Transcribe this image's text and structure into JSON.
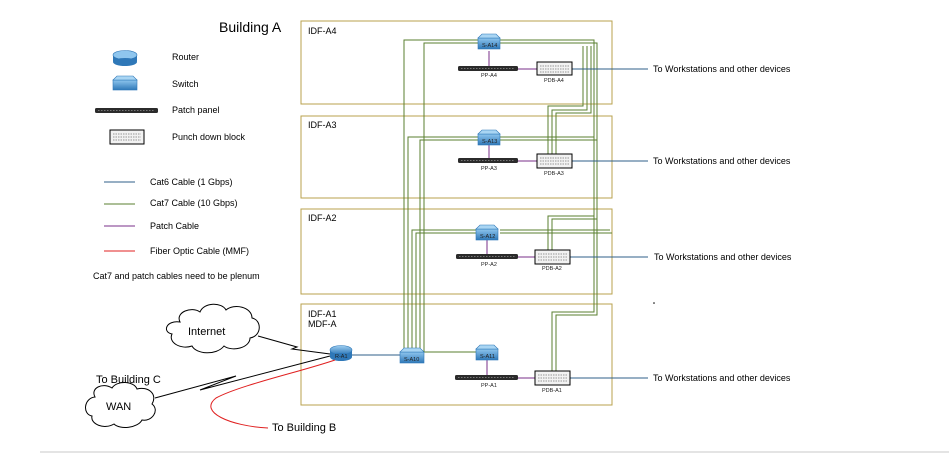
{
  "building_title": "Building A",
  "legend": {
    "router": "Router",
    "switch": "Switch",
    "patch_panel": "Patch panel",
    "punch_down_block": "Punch down block",
    "cat6": "Cat6 Cable (1 Gbps)",
    "cat7": "Cat7 Cable (10 Gbps)",
    "patch_cable": "Patch Cable",
    "fiber": "Fiber Optic Cable (MMF)",
    "note": "Cat7 and patch cables need to be plenum"
  },
  "floors": [
    {
      "name": "IDF-A4",
      "switch": "S-A14",
      "patch_panel": "PP-A4",
      "pdb": "PDB-A4",
      "workstations": "To Workstations and other devices"
    },
    {
      "name": "IDF-A3",
      "switch": "S-A13",
      "patch_panel": "PP-A3",
      "pdb": "PDB-A3",
      "workstations": "To Workstations and other devices"
    },
    {
      "name": "IDF-A2",
      "switch": "S-A12",
      "patch_panel": "PP-A2",
      "pdb": "PDB-A2",
      "workstations": "To Workstations and other devices"
    },
    {
      "name": "IDF-A1",
      "name2": "MDF-A",
      "switch": "S-A11",
      "patch_panel": "PP-A1",
      "pdb": "PDB-A1",
      "workstations": "To Workstations and other devices"
    }
  ],
  "core": {
    "router": "R-A1",
    "switch": "S-A10"
  },
  "external": {
    "internet": "Internet",
    "wan": "WAN",
    "to_building_c": "To Building C",
    "to_building_b": "To Building B"
  },
  "colors": {
    "cat6": "#2f5f8a",
    "cat7": "#5a7f2f",
    "patch": "#7a2f8a",
    "fiber": "#e02020",
    "frame": "#b8a24c",
    "device": "#4a90c8"
  }
}
